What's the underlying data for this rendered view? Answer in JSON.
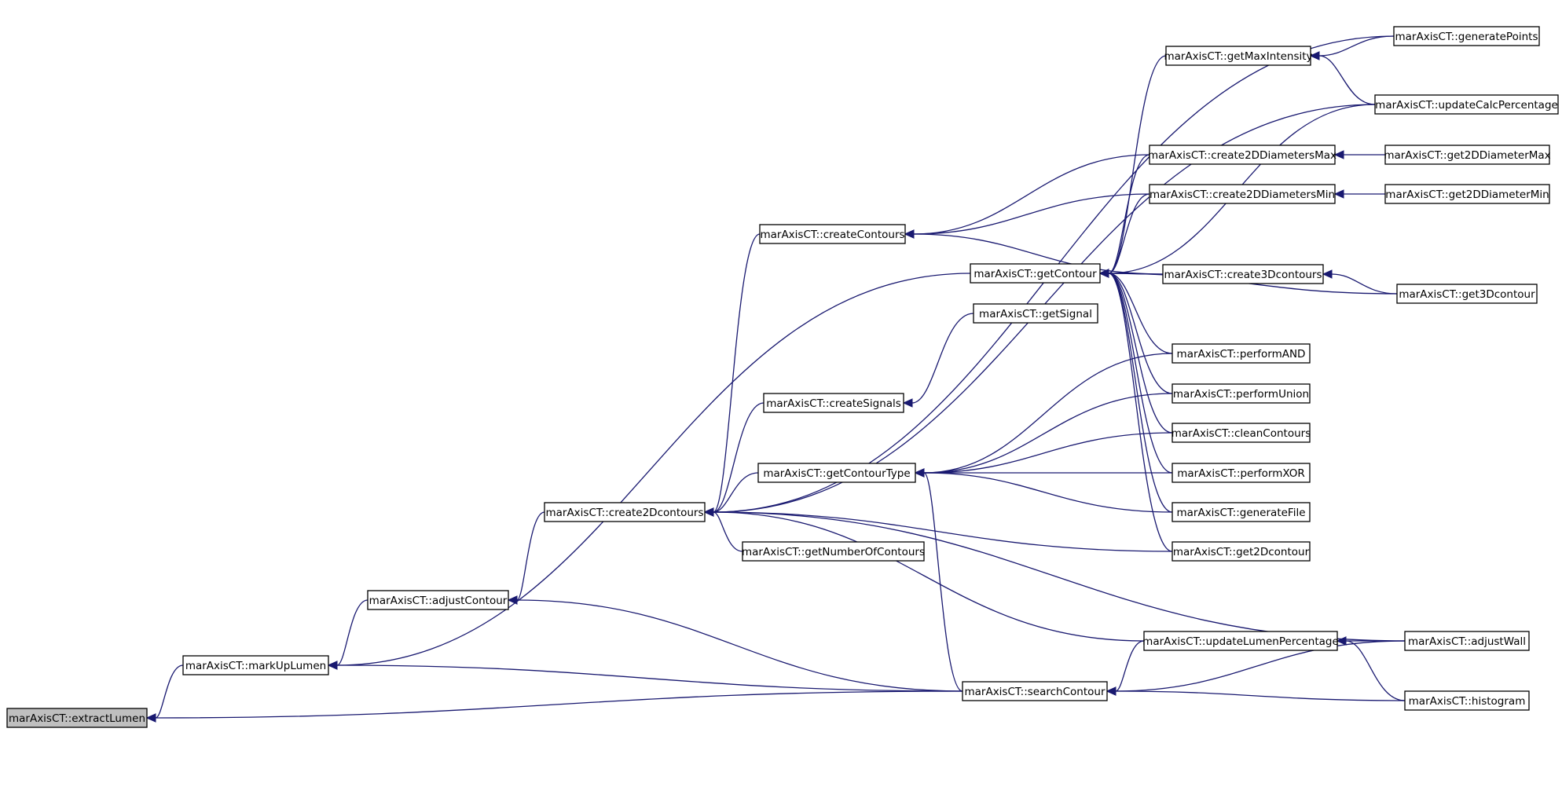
{
  "diagram": {
    "type": "call-graph",
    "root": "extractLumen",
    "nodes": [
      {
        "id": "extractLumen",
        "label": "marAxisCT::extractLumen"
      },
      {
        "id": "markUpLumen",
        "label": "marAxisCT::markUpLumen"
      },
      {
        "id": "adjustContour",
        "label": "marAxisCT::adjustContour"
      },
      {
        "id": "create2Dcontours",
        "label": "marAxisCT::create2Dcontours"
      },
      {
        "id": "createContours",
        "label": "marAxisCT::createContours"
      },
      {
        "id": "createSignals",
        "label": "marAxisCT::createSignals"
      },
      {
        "id": "getContourType",
        "label": "marAxisCT::getContourType"
      },
      {
        "id": "getNumberOfContours",
        "label": "marAxisCT::getNumberOfContours"
      },
      {
        "id": "getContour",
        "label": "marAxisCT::getContour"
      },
      {
        "id": "getSignal",
        "label": "marAxisCT::getSignal"
      },
      {
        "id": "searchContour",
        "label": "marAxisCT::searchContour"
      },
      {
        "id": "getMaxIntensity",
        "label": "marAxisCT::getMaxIntensity"
      },
      {
        "id": "create2DDiametersMax",
        "label": "marAxisCT::create2DDiametersMax"
      },
      {
        "id": "create2DDiametersMin",
        "label": "marAxisCT::create2DDiametersMin"
      },
      {
        "id": "create3Dcontours",
        "label": "marAxisCT::create3Dcontours"
      },
      {
        "id": "performAND",
        "label": "marAxisCT::performAND"
      },
      {
        "id": "performUnion",
        "label": "marAxisCT::performUnion"
      },
      {
        "id": "cleanContours",
        "label": "marAxisCT::cleanContours"
      },
      {
        "id": "performXOR",
        "label": "marAxisCT::performXOR"
      },
      {
        "id": "generateFile",
        "label": "marAxisCT::generateFile"
      },
      {
        "id": "get2Dcontour",
        "label": "marAxisCT::get2Dcontour"
      },
      {
        "id": "updateLumenPercentage",
        "label": "marAxisCT::updateLumenPercentage"
      },
      {
        "id": "generatePoints",
        "label": "marAxisCT::generatePoints"
      },
      {
        "id": "updateCalcPercentage",
        "label": "marAxisCT::updateCalcPercentage"
      },
      {
        "id": "get2DDiameterMax",
        "label": "marAxisCT::get2DDiameterMax"
      },
      {
        "id": "get2DDiameterMin",
        "label": "marAxisCT::get2DDiameterMin"
      },
      {
        "id": "get3Dcontour",
        "label": "marAxisCT::get3Dcontour"
      },
      {
        "id": "adjustWall",
        "label": "marAxisCT::adjustWall"
      },
      {
        "id": "histogram",
        "label": "marAxisCT::histogram"
      }
    ],
    "edges": [
      {
        "from": "markUpLumen",
        "to": "extractLumen"
      },
      {
        "from": "searchContour",
        "to": "extractLumen"
      },
      {
        "from": "adjustContour",
        "to": "markUpLumen"
      },
      {
        "from": "getContour",
        "to": "markUpLumen"
      },
      {
        "from": "searchContour",
        "to": "markUpLumen"
      },
      {
        "from": "create2Dcontours",
        "to": "adjustContour"
      },
      {
        "from": "searchContour",
        "to": "adjustContour"
      },
      {
        "from": "createContours",
        "to": "create2Dcontours"
      },
      {
        "from": "createSignals",
        "to": "create2Dcontours"
      },
      {
        "from": "getContourType",
        "to": "create2Dcontours"
      },
      {
        "from": "getNumberOfContours",
        "to": "create2Dcontours"
      },
      {
        "from": "generatePoints",
        "to": "create2Dcontours"
      },
      {
        "from": "updateCalcPercentage",
        "to": "create2Dcontours"
      },
      {
        "from": "get2Dcontour",
        "to": "create2Dcontours"
      },
      {
        "from": "updateLumenPercentage",
        "to": "create2Dcontours"
      },
      {
        "from": "adjustWall",
        "to": "create2Dcontours"
      },
      {
        "from": "create2DDiametersMax",
        "to": "createContours"
      },
      {
        "from": "create2DDiametersMin",
        "to": "createContours"
      },
      {
        "from": "create3Dcontours",
        "to": "createContours"
      },
      {
        "from": "getSignal",
        "to": "createSignals"
      },
      {
        "from": "performAND",
        "to": "getContourType"
      },
      {
        "from": "performUnion",
        "to": "getContourType"
      },
      {
        "from": "cleanContours",
        "to": "getContourType"
      },
      {
        "from": "performXOR",
        "to": "getContourType"
      },
      {
        "from": "generateFile",
        "to": "getContourType"
      },
      {
        "from": "searchContour",
        "to": "getContourType"
      },
      {
        "from": "getMaxIntensity",
        "to": "getContour"
      },
      {
        "from": "create2DDiametersMax",
        "to": "getContour"
      },
      {
        "from": "create2DDiametersMin",
        "to": "getContour"
      },
      {
        "from": "create3Dcontours",
        "to": "getContour"
      },
      {
        "from": "get3Dcontour",
        "to": "getContour"
      },
      {
        "from": "performAND",
        "to": "getContour"
      },
      {
        "from": "performUnion",
        "to": "getContour"
      },
      {
        "from": "cleanContours",
        "to": "getContour"
      },
      {
        "from": "performXOR",
        "to": "getContour"
      },
      {
        "from": "generateFile",
        "to": "getContour"
      },
      {
        "from": "get2Dcontour",
        "to": "getContour"
      },
      {
        "from": "updateCalcPercentage",
        "to": "getContour"
      },
      {
        "from": "generatePoints",
        "to": "getMaxIntensity"
      },
      {
        "from": "updateCalcPercentage",
        "to": "getMaxIntensity"
      },
      {
        "from": "get2DDiameterMax",
        "to": "create2DDiametersMax"
      },
      {
        "from": "get2DDiameterMin",
        "to": "create2DDiametersMin"
      },
      {
        "from": "get3Dcontour",
        "to": "create3Dcontours"
      },
      {
        "from": "adjustWall",
        "to": "updateLumenPercentage"
      },
      {
        "from": "histogram",
        "to": "updateLumenPercentage"
      },
      {
        "from": "updateLumenPercentage",
        "to": "searchContour"
      },
      {
        "from": "adjustWall",
        "to": "searchContour"
      },
      {
        "from": "histogram",
        "to": "searchContour"
      }
    ],
    "colors": {
      "edge": "#191970",
      "node_border": "#000000",
      "node_fill": "#ffffff",
      "root_fill": "#bfbfbf",
      "text": "#000000"
    }
  }
}
